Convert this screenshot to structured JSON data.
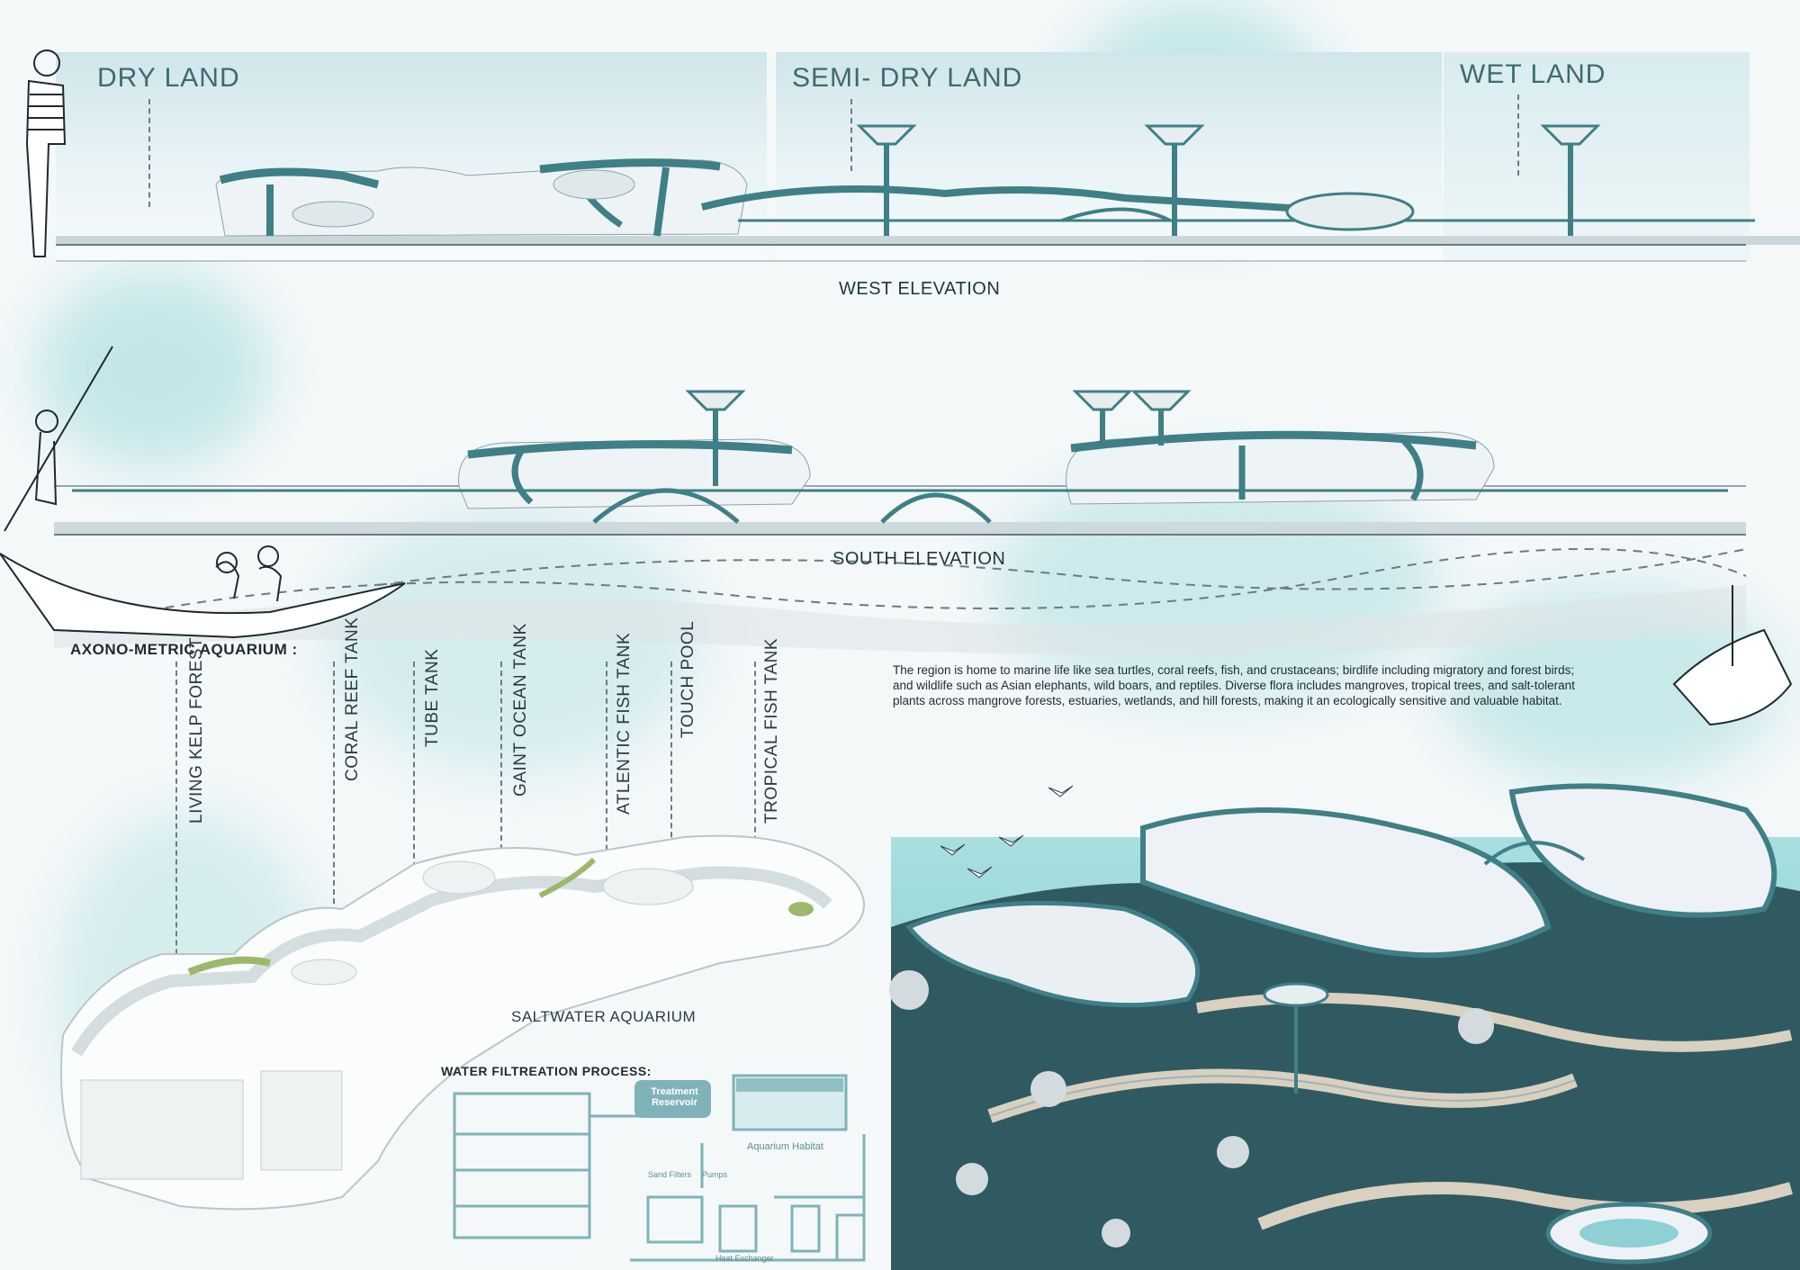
{
  "zones": {
    "dry": "DRY LAND",
    "semi_dry": "SEMI- DRY LAND",
    "wet": "WET LAND"
  },
  "elevations": {
    "west": "WEST ELEVATION",
    "south": "SOUTH ELEVATION"
  },
  "axono": {
    "title": "AXONO-METRIC AQUARIUM :",
    "tanks": [
      "LIVING KELP FOREST",
      "CORAL REEF TANK",
      "TUBE TANK",
      "GAINT OCEAN  TANK",
      "ATLENTIC  FISH TANK",
      "TOUCH  POOL",
      "TROPICAL FISH TANK"
    ],
    "aquarium_label": "SALTWATER AQUARIUM"
  },
  "filtration": {
    "title": "WATER FILTREATION PROCESS:",
    "treatment": "Treatment Reservoir",
    "habitat": "Aquarium Habitat",
    "sand_filters": "Sand Filters",
    "pumps": "Pumps",
    "heat_exchanger": "Heat Exchanger"
  },
  "description": "The region is home to marine life like sea turtles, coral reefs, fish, and crustaceans; birdlife including migratory and forest birds; and wildlife such as Asian elephants, wild boars, and reptiles. Diverse flora includes mangroves, tropical trees, and salt-tolerant plants across mangrove forests, estuaries, wetlands, and hill forests, making it an ecologically sensitive and valuable habitat.",
  "colors": {
    "teal": "#3f7f86",
    "aqua_wash": "#9fd9dc",
    "dark_water": "#2f5a62",
    "panel_sky": "#cfe6ea"
  }
}
